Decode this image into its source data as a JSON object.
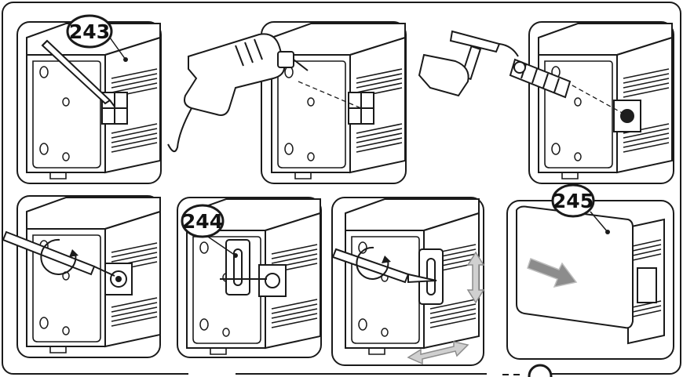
{
  "callouts": {
    "c243": "243",
    "c244": "244",
    "c245": "245"
  },
  "colors": {
    "line": "#1a1a1a",
    "panel_fill": "#ffffff",
    "dark_fill": "#1e1e1e",
    "arrow_fill": "#8c8c8c",
    "arrow_outline": "#bdbdbd"
  },
  "icons": {
    "drill": "drill-icon",
    "hammer": "hammer-icon",
    "anchor": "wall-anchor-icon",
    "screwdriver": "screwdriver-icon",
    "pencil": "pencil-icon",
    "rotate": "rotate-arrow-icon",
    "move": "double-arrow-icon"
  },
  "steps": [
    {
      "id": "mark-holes"
    },
    {
      "id": "drill-holes"
    },
    {
      "id": "insert-anchors"
    },
    {
      "id": "fix-screws"
    },
    {
      "id": "hang-bracket"
    },
    {
      "id": "adjust-position"
    },
    {
      "id": "fit-cover"
    }
  ]
}
